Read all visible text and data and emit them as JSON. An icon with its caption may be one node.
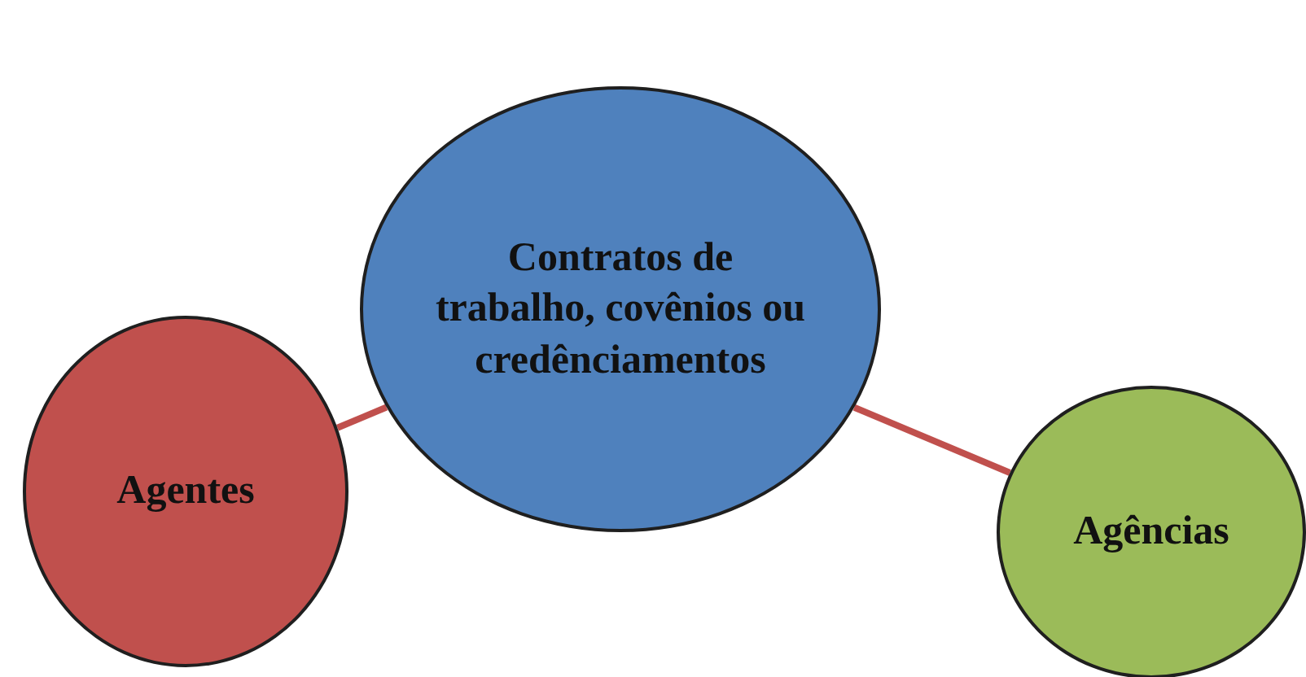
{
  "diagram": {
    "nodes": [
      {
        "text": [
          "Contratos de trabalho, covênios ou credênciamentos"
        ]
      },
      {
        "text": [
          "Agentes"
        ]
      },
      {
        "text": [
          "Agências"
        ]
      }
    ],
    "edges": [
      {
        "from": 0,
        "to": 1,
        "arrow": "none"
      },
      {
        "from": 0,
        "to": 2,
        "arrow": "none"
      }
    ]
  }
}
